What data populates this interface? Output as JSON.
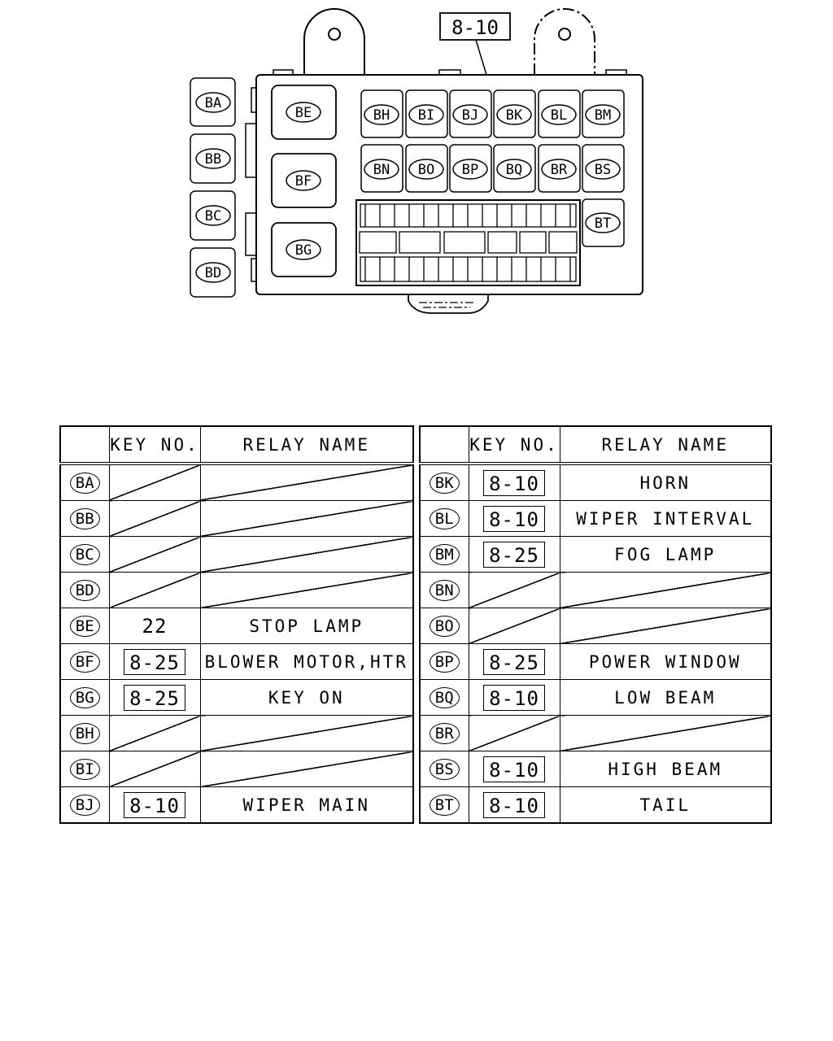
{
  "diagram": {
    "top_callout": "8-10",
    "relay_positions": {
      "BA": "BA",
      "BB": "BB",
      "BC": "BC",
      "BD": "BD",
      "BE": "BE",
      "BF": "BF",
      "BG": "BG",
      "BH": "BH",
      "BI": "BI",
      "BJ": "BJ",
      "BK": "BK",
      "BL": "BL",
      "BM": "BM",
      "BN": "BN",
      "BO": "BO",
      "BP": "BP",
      "BQ": "BQ",
      "BR": "BR",
      "BS": "BS",
      "BT": "BT"
    }
  },
  "table": {
    "headers": {
      "key_no": "KEY NO.",
      "relay_name": "RELAY NAME"
    },
    "left_rows": [
      {
        "id": "BA",
        "key": "",
        "boxed": false,
        "name": ""
      },
      {
        "id": "BB",
        "key": "",
        "boxed": false,
        "name": ""
      },
      {
        "id": "BC",
        "key": "",
        "boxed": false,
        "name": ""
      },
      {
        "id": "BD",
        "key": "",
        "boxed": false,
        "name": ""
      },
      {
        "id": "BE",
        "key": "22",
        "boxed": false,
        "name": "STOP LAMP"
      },
      {
        "id": "BF",
        "key": "8-25",
        "boxed": true,
        "name": "BLOWER MOTOR,HTR"
      },
      {
        "id": "BG",
        "key": "8-25",
        "boxed": true,
        "name": "KEY ON"
      },
      {
        "id": "BH",
        "key": "",
        "boxed": false,
        "name": ""
      },
      {
        "id": "BI",
        "key": "",
        "boxed": false,
        "name": ""
      },
      {
        "id": "BJ",
        "key": "8-10",
        "boxed": true,
        "name": "WIPER MAIN"
      }
    ],
    "right_rows": [
      {
        "id": "BK",
        "key": "8-10",
        "boxed": true,
        "name": "HORN"
      },
      {
        "id": "BL",
        "key": "8-10",
        "boxed": true,
        "name": "WIPER INTERVAL"
      },
      {
        "id": "BM",
        "key": "8-25",
        "boxed": true,
        "name": "FOG LAMP"
      },
      {
        "id": "BN",
        "key": "",
        "boxed": false,
        "name": ""
      },
      {
        "id": "BO",
        "key": "",
        "boxed": false,
        "name": ""
      },
      {
        "id": "BP",
        "key": "8-25",
        "boxed": true,
        "name": "POWER WINDOW"
      },
      {
        "id": "BQ",
        "key": "8-10",
        "boxed": true,
        "name": "LOW BEAM"
      },
      {
        "id": "BR",
        "key": "",
        "boxed": false,
        "name": ""
      },
      {
        "id": "BS",
        "key": "8-10",
        "boxed": true,
        "name": "HIGH BEAM"
      },
      {
        "id": "BT",
        "key": "8-10",
        "boxed": true,
        "name": "TAIL"
      }
    ]
  }
}
